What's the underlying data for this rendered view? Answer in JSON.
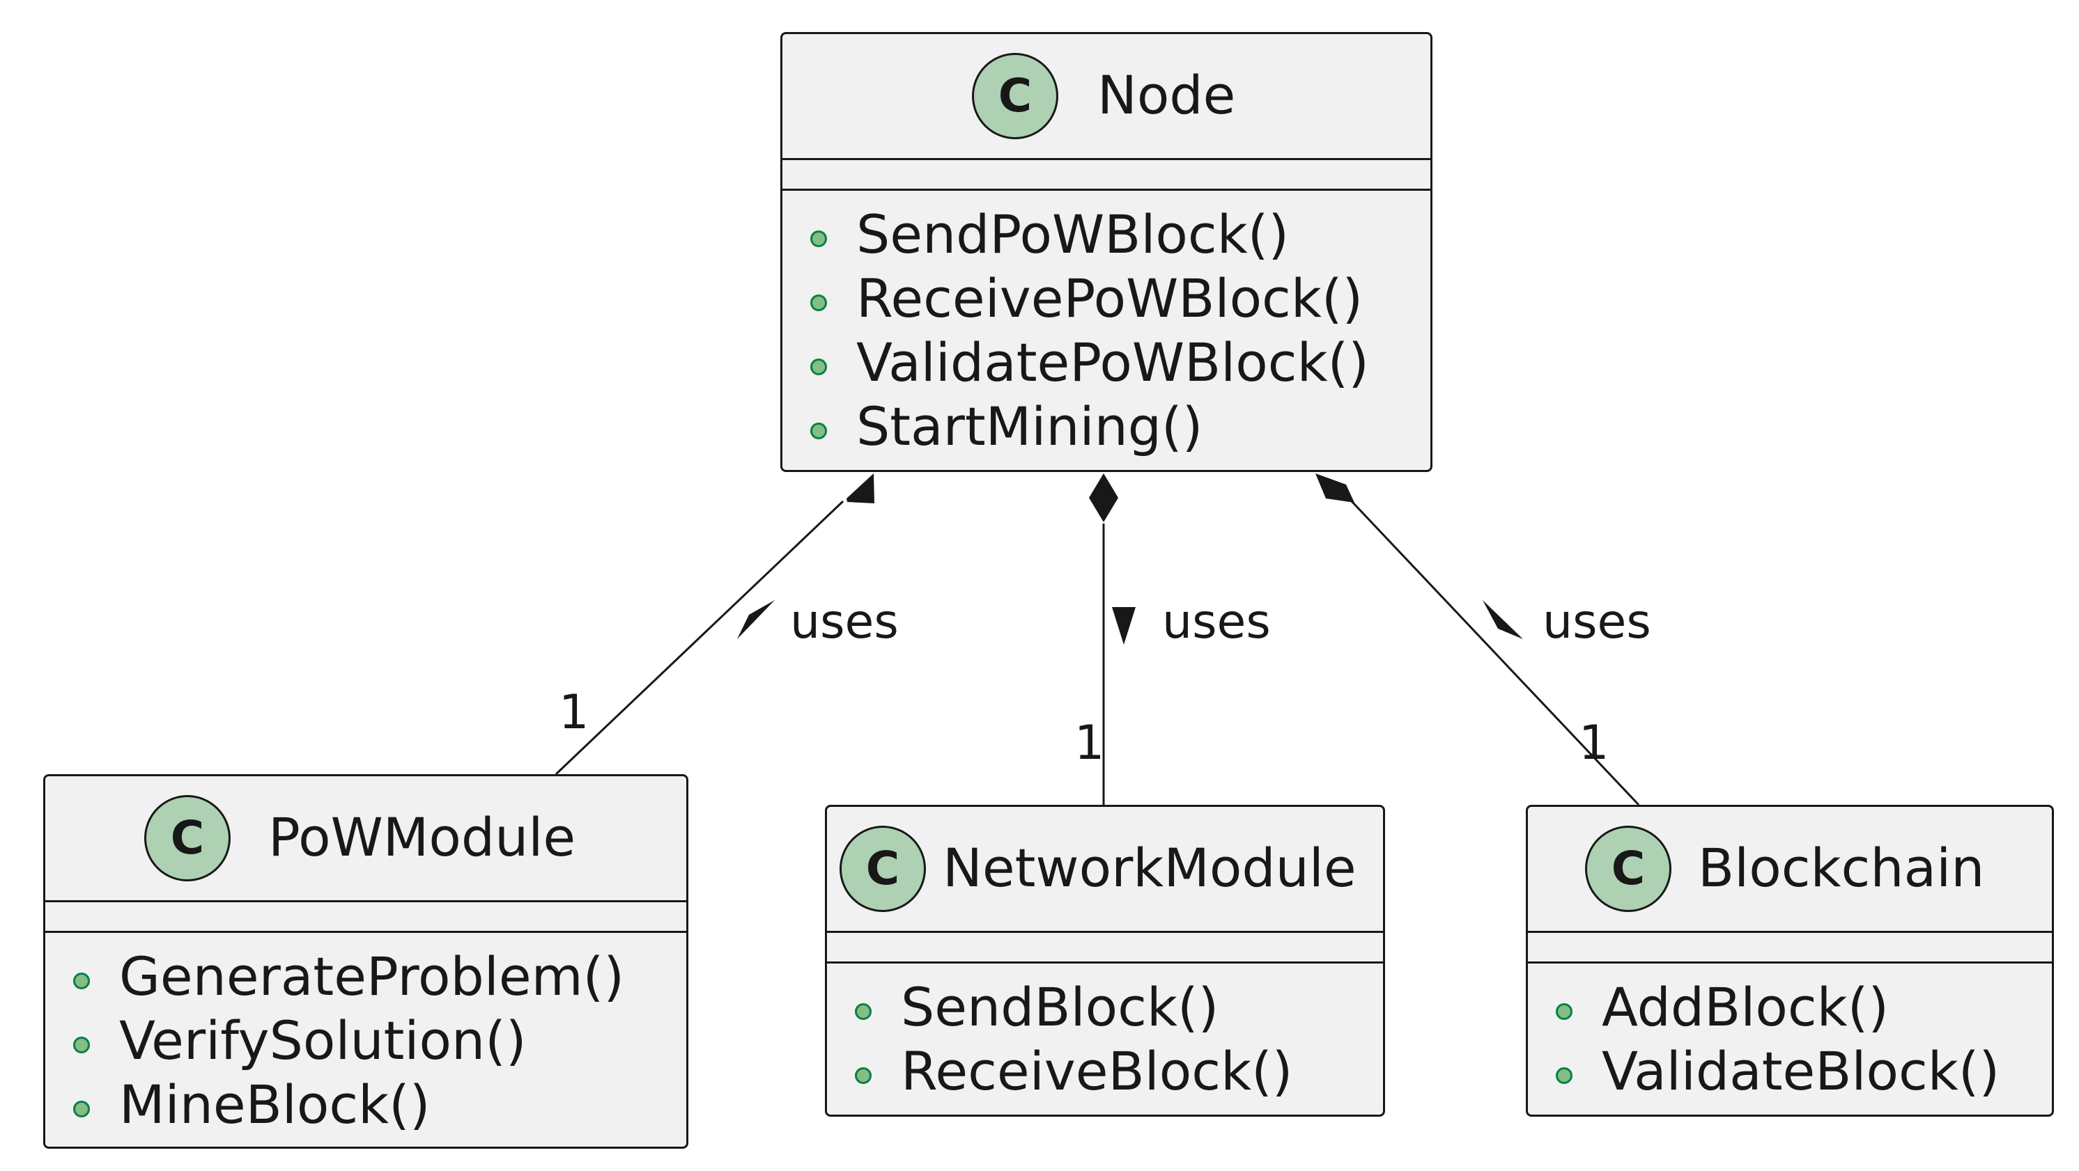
{
  "classes": {
    "node": {
      "name": "Node",
      "icon": "class-c-icon",
      "methods": [
        "SendPoWBlock()",
        "ReceivePoWBlock()",
        "ValidatePoWBlock()",
        "StartMining()"
      ]
    },
    "pow": {
      "name": "PoWModule",
      "icon": "class-c-icon",
      "methods": [
        "GenerateProblem()",
        "VerifySolution()",
        "MineBlock()"
      ]
    },
    "network": {
      "name": "NetworkModule",
      "icon": "class-c-icon",
      "methods": [
        "SendBlock()",
        "ReceiveBlock()"
      ]
    },
    "blockchain": {
      "name": "Blockchain",
      "icon": "class-c-icon",
      "methods": [
        "AddBlock()",
        "ValidateBlock()"
      ]
    }
  },
  "icon_letter": "C",
  "relations": [
    {
      "from": "Node",
      "to": "PoWModule",
      "kind": "composition",
      "label": "uses",
      "multiplicity": "1"
    },
    {
      "from": "Node",
      "to": "NetworkModule",
      "kind": "composition",
      "label": "uses",
      "multiplicity": "1"
    },
    {
      "from": "Node",
      "to": "Blockchain",
      "kind": "composition",
      "label": "uses",
      "multiplicity": "1"
    }
  ],
  "colors": {
    "box_fill": "#f1f1f1",
    "border": "#181818",
    "icon_fill": "#add1b2",
    "public_dot_fill": "#84be84",
    "public_dot_border": "#038048"
  }
}
